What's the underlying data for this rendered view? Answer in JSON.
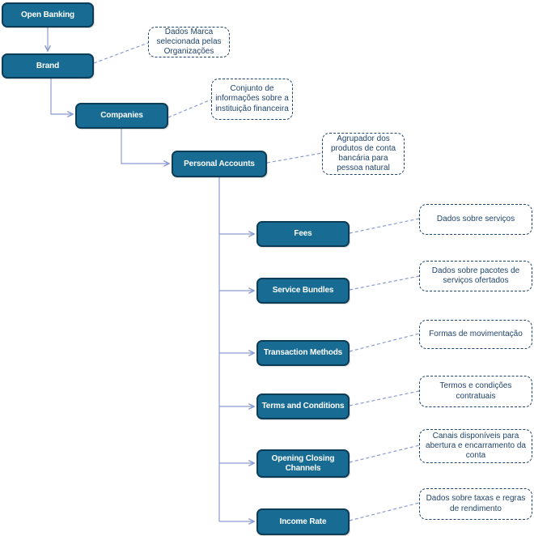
{
  "diagram": {
    "type": "flowchart",
    "root_label": "Open Banking",
    "colors": {
      "node_fill": "#186c94",
      "node_border": "#0d3c56",
      "node_text": "#ffffff",
      "connector": "#8b9bd1",
      "annotation_border": "#20456b",
      "annotation_text": "#20456b",
      "background": "#ffffff"
    },
    "nodes": [
      {
        "id": "open-banking",
        "label": "Open Banking"
      },
      {
        "id": "brand",
        "label": "Brand"
      },
      {
        "id": "companies",
        "label": "Companies"
      },
      {
        "id": "personal-accounts",
        "label": "Personal Accounts"
      },
      {
        "id": "fees",
        "label": "Fees"
      },
      {
        "id": "service-bundles",
        "label": "Service Bundles"
      },
      {
        "id": "transaction-methods",
        "label": "Transaction Methods"
      },
      {
        "id": "terms-and-conditions",
        "label": "Terms and Conditions"
      },
      {
        "id": "opening-closing-channels",
        "label": "Opening Closing Channels"
      },
      {
        "id": "income-rate",
        "label": "Income Rate"
      }
    ],
    "annotations": [
      {
        "for": "brand",
        "text": "Dados Marca selecionada pelas Organizações"
      },
      {
        "for": "companies",
        "text": "Conjunto de informações sobre a instituição financeira"
      },
      {
        "for": "personal-accounts",
        "text": "Agrupador dos produtos de conta bancária para pessoa natural"
      },
      {
        "for": "fees",
        "text": "Dados sobre serviços"
      },
      {
        "for": "service-bundles",
        "text": "Dados sobre pacotes de serviços ofertados"
      },
      {
        "for": "transaction-methods",
        "text": "Formas de movimentação"
      },
      {
        "for": "terms-and-conditions",
        "text": "Termos e condições contratuais"
      },
      {
        "for": "opening-closing-channels",
        "text": "Canais disponíveis para abertura e encarramento da conta"
      },
      {
        "for": "income-rate",
        "text": "Dados sobre taxas e regras de rendimento"
      }
    ],
    "edges": [
      {
        "from": "open-banking",
        "to": "brand"
      },
      {
        "from": "brand",
        "to": "companies"
      },
      {
        "from": "companies",
        "to": "personal-accounts"
      },
      {
        "from": "personal-accounts",
        "to": "fees"
      },
      {
        "from": "personal-accounts",
        "to": "service-bundles"
      },
      {
        "from": "personal-accounts",
        "to": "transaction-methods"
      },
      {
        "from": "personal-accounts",
        "to": "terms-and-conditions"
      },
      {
        "from": "personal-accounts",
        "to": "opening-closing-channels"
      },
      {
        "from": "personal-accounts",
        "to": "income-rate"
      }
    ]
  }
}
